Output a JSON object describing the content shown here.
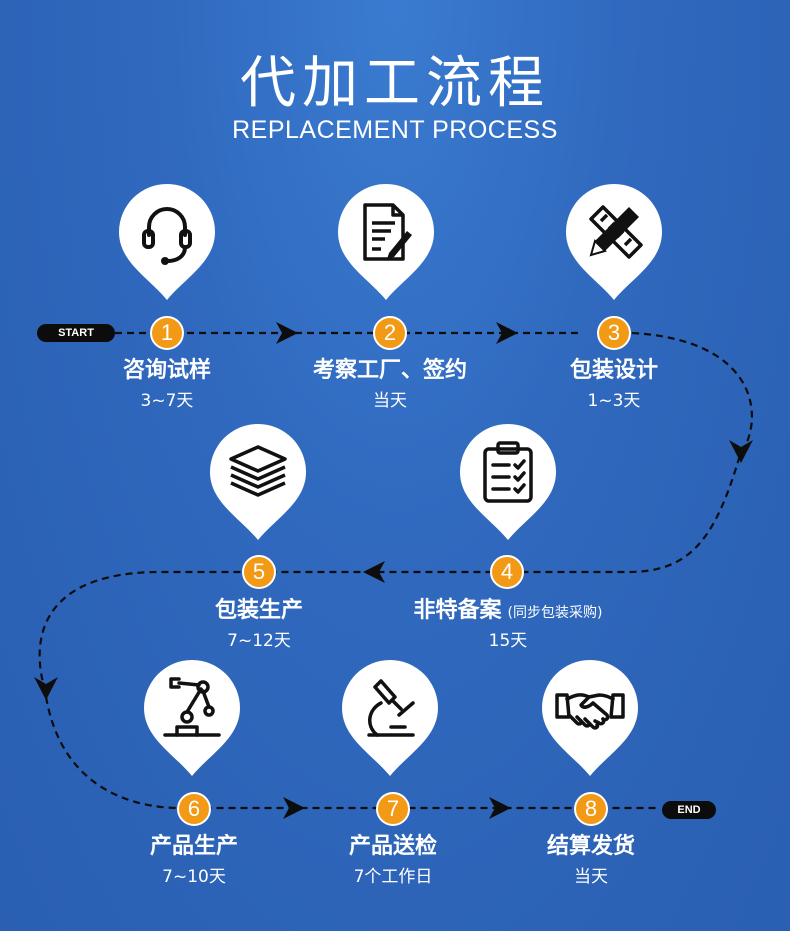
{
  "header": {
    "title": "代加工流程",
    "subtitle": "REPLACEMENT PROCESS"
  },
  "markers": {
    "start": "START",
    "end": "END"
  },
  "steps": [
    {
      "num": "1",
      "name": "咨询试样",
      "duration": "3~7天",
      "icon": "headset-icon"
    },
    {
      "num": "2",
      "name": "考察工厂、签约",
      "duration": "当天",
      "icon": "contract-icon"
    },
    {
      "num": "3",
      "name": "包装设计",
      "duration": "1~3天",
      "icon": "design-pencil-ruler-icon"
    },
    {
      "num": "4",
      "name": "非特备案",
      "note": "(同步包装采购)",
      "duration": "15天",
      "icon": "clipboard-checklist-icon"
    },
    {
      "num": "5",
      "name": "包装生产",
      "duration": "7~12天",
      "icon": "layers-stack-icon"
    },
    {
      "num": "6",
      "name": "产品生产",
      "duration": "7~10天",
      "icon": "robot-arm-icon"
    },
    {
      "num": "7",
      "name": "产品送检",
      "duration": "7个工作日",
      "icon": "microscope-icon"
    },
    {
      "num": "8",
      "name": "结算发货",
      "duration": "当天",
      "icon": "handshake-icon"
    }
  ],
  "colors": {
    "background": "#2f68bd",
    "badge": "#f29a15",
    "marker": "#0c0c0c"
  }
}
